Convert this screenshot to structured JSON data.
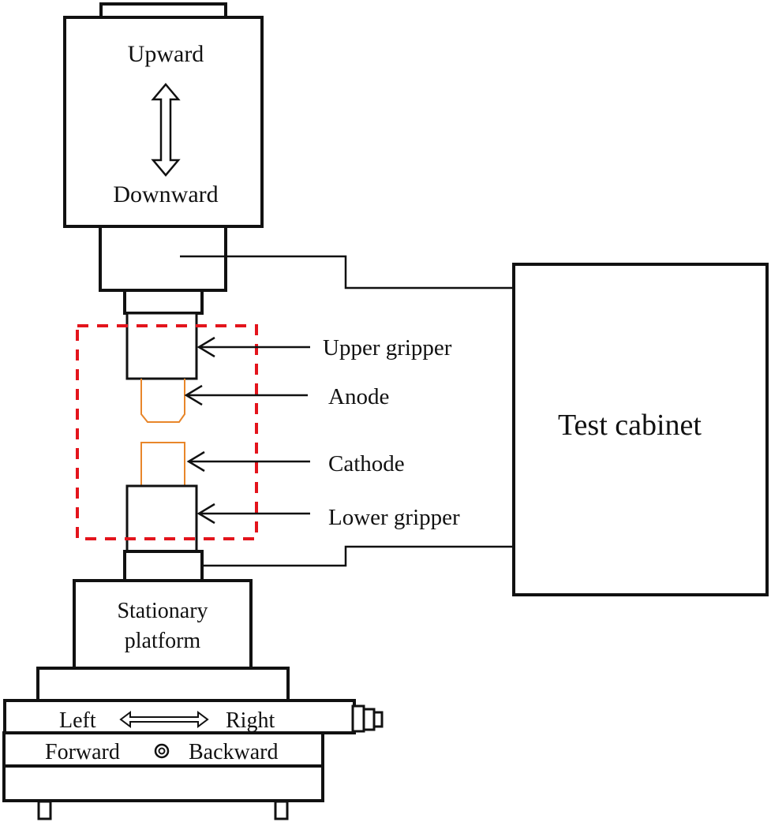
{
  "actuator": {
    "up_label": "Upward",
    "down_label": "Downward"
  },
  "callouts": {
    "upper_gripper": "Upper gripper",
    "anode": "Anode",
    "cathode": "Cathode",
    "lower_gripper": "Lower gripper"
  },
  "cabinet": {
    "label": "Test cabinet"
  },
  "platform": {
    "line1": "Stationary",
    "line2": "platform"
  },
  "stage": {
    "left": "Left",
    "right": "Right",
    "forward": "Forward",
    "backward": "Backward"
  },
  "colors": {
    "electrode": "#e8862a",
    "highlight_box": "#e3141c",
    "line": "#111111"
  }
}
